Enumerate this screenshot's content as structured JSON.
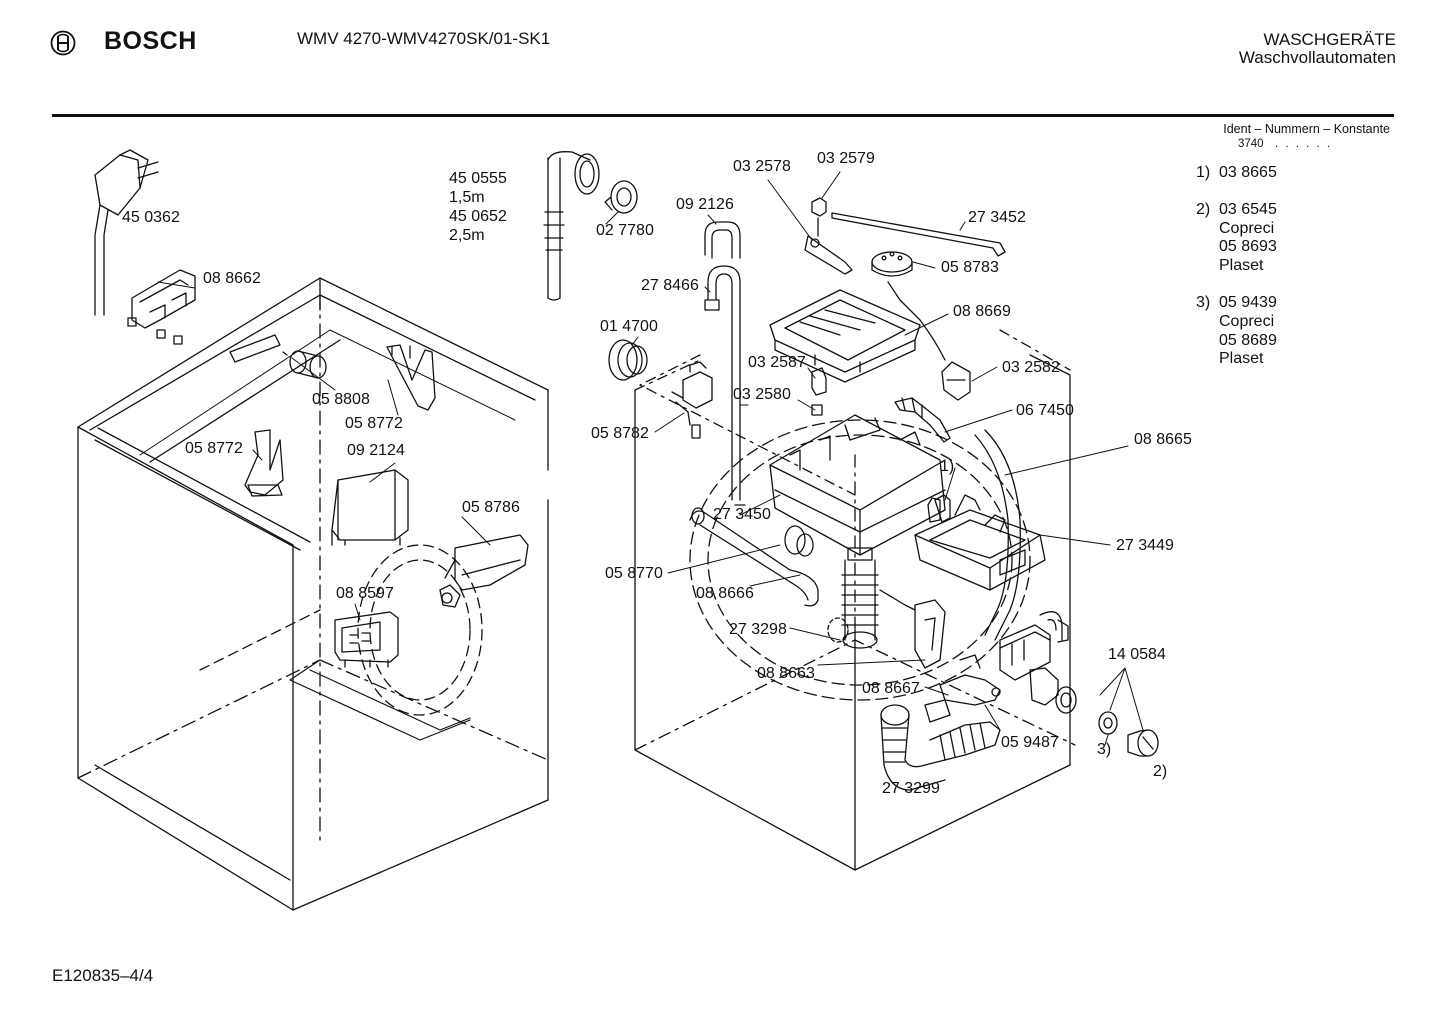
{
  "header": {
    "brand": "BOSCH",
    "model": "WMV 4270-WMV4270SK/01-SK1",
    "category": "WASCHGERÄTE",
    "subcategory": "Waschvollautomaten",
    "ident_label": "Ident – Nummern – Konstante",
    "ident_value": "3740",
    "ident_dots": ". . . . . ."
  },
  "footnotes": [
    {
      "mark": "1)",
      "lines": [
        "03 8665"
      ]
    },
    {
      "mark": "2)",
      "lines": [
        "03 6545",
        "Copreci",
        "05 8693",
        "Plaset"
      ]
    },
    {
      "mark": "3)",
      "lines": [
        "05 9439",
        "Copreci",
        "05 8689",
        "Plaset"
      ]
    }
  ],
  "part_labels": [
    {
      "id": "p450362",
      "text": "45 0362"
    },
    {
      "id": "p088662",
      "text": "08 8662"
    },
    {
      "id": "p058808",
      "text": "05 8808"
    },
    {
      "id": "p058772a",
      "text": "05 8772"
    },
    {
      "id": "p058772b",
      "text": "05 8772"
    },
    {
      "id": "p092124",
      "text": "09 2124"
    },
    {
      "id": "p058786",
      "text": "05 8786"
    },
    {
      "id": "p088597",
      "text": "08 8597"
    },
    {
      "id": "p450555",
      "text": "45 0555"
    },
    {
      "id": "p15m",
      "text": "1,5m"
    },
    {
      "id": "p450652",
      "text": "45 0652"
    },
    {
      "id": "p25m",
      "text": "2,5m"
    },
    {
      "id": "p027780",
      "text": "02 7780"
    },
    {
      "id": "p092126",
      "text": "09 2126"
    },
    {
      "id": "p032578",
      "text": "03 2578"
    },
    {
      "id": "p032579",
      "text": "03 2579"
    },
    {
      "id": "p273452",
      "text": "27 3452"
    },
    {
      "id": "p278466",
      "text": "27 8466"
    },
    {
      "id": "p058783",
      "text": "05 8783"
    },
    {
      "id": "p014700",
      "text": "01 4700"
    },
    {
      "id": "p088669",
      "text": "08 8669"
    },
    {
      "id": "p032587",
      "text": "03 2587"
    },
    {
      "id": "p032582",
      "text": "03 2582"
    },
    {
      "id": "p032580",
      "text": "03 2580"
    },
    {
      "id": "p067450",
      "text": "06 7450"
    },
    {
      "id": "p058782",
      "text": "05 8782"
    },
    {
      "id": "p088665",
      "text": "08 8665"
    },
    {
      "id": "p273450",
      "text": "27 3450"
    },
    {
      "id": "p273449",
      "text": "27 3449"
    },
    {
      "id": "p058770",
      "text": "05 8770"
    },
    {
      "id": "p088666",
      "text": "08 8666"
    },
    {
      "id": "p273298",
      "text": "27 3298"
    },
    {
      "id": "p140584",
      "text": "14 0584"
    },
    {
      "id": "p088663",
      "text": "08 8663"
    },
    {
      "id": "p088667",
      "text": "08 8667"
    },
    {
      "id": "p059487",
      "text": "05 9487"
    },
    {
      "id": "p273299",
      "text": "27 3299"
    }
  ],
  "refs": {
    "r1": "1)",
    "r2": "2)",
    "r3": "3)"
  },
  "footer": {
    "drawing_id": "E120835–4/4"
  }
}
